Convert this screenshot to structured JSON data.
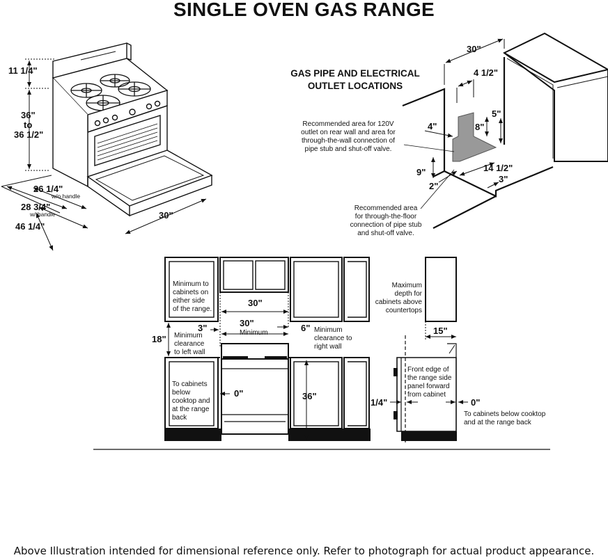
{
  "title": "SINGLE OVEN GAS RANGE",
  "range_view": {
    "dims": {
      "backguard": "11 1/4\"",
      "height_a": "36\"",
      "height_b": "to",
      "height_c": "36 1/2\"",
      "depth_no_handle": "26 1/4\"",
      "depth_no_handle_note": "w/o handle",
      "depth_handle": "28 3/4\"",
      "depth_handle_note": "w/ handle",
      "depth_door_open": "46 1/4\"",
      "width": "30\""
    }
  },
  "pipe_view": {
    "heading_1": "GAS PIPE AND ELECTRICAL",
    "heading_2": "OUTLET LOCATIONS",
    "dims": {
      "width": "30\"",
      "offset": "4 1/2\"",
      "d4": "4\"",
      "d8": "8\"",
      "d5": "5\"",
      "d9": "9\"",
      "d2": "2\"",
      "d14": "14 1/2\"",
      "d3": "3\""
    },
    "note_wall": [
      "Recommended area for 120V",
      "outlet on rear wall and area for",
      "through-the-wall connection of",
      "pipe stub and shut-off valve."
    ],
    "note_floor": [
      "Recommended area",
      "for through-the-floor",
      "connection of pipe stub",
      "and shut-off valve."
    ]
  },
  "cabinet_view": {
    "note_min": [
      "Minimum to",
      "cabinets on",
      "either side",
      "of the range."
    ],
    "w30_upper": "30\"",
    "d3": "3\"",
    "w30_min": "30\"",
    "w30_min_label": "Minimum",
    "d6": "6\"",
    "right_wall": [
      "Minimum",
      "clearance to",
      "right wall"
    ],
    "d18": "18\"",
    "left_wall": [
      "Minimum",
      "clearance",
      "to left wall"
    ],
    "below": [
      "To cabinets",
      "below",
      "cooktop and",
      "at the range",
      "back"
    ],
    "zero": "0\"",
    "h36": "36\""
  },
  "side_view": {
    "max_depth": [
      "Maximum",
      "depth for",
      "cabinets above",
      "countertops"
    ],
    "d15": "15\"",
    "front_edge": [
      "Front edge of",
      "the range side",
      "panel forward",
      "from cabinet"
    ],
    "quarter": "1/4\"",
    "zero": "0\"",
    "below": [
      "To cabinets below cooktop",
      "and at the range back"
    ]
  },
  "footer": "Above Illustration intended for dimensional reference only. Refer to photograph for actual product appearance."
}
